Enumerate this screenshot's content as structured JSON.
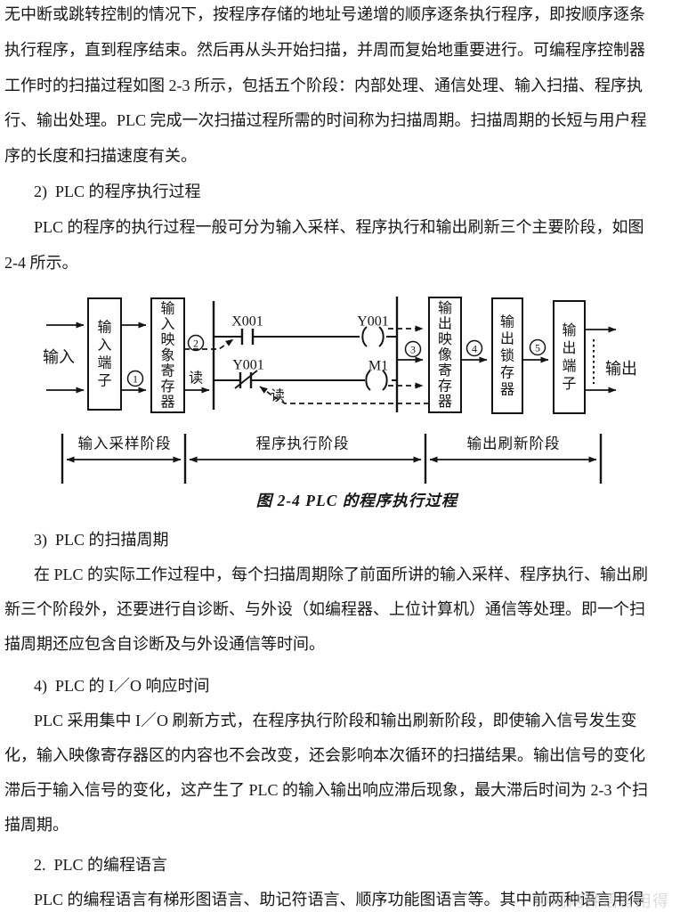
{
  "page": {
    "background": "#ffffff",
    "text_color": "#161616"
  },
  "content": {
    "intro_block": {
      "lines": [
        {
          "text": "无中断或跳转控制的情况下，按程序存储的地址号递增的顺序逐条执行程序，即按顺序逐条",
          "indent": false
        },
        {
          "text": "执行程序，直到程序结束。然后再从头开始扫描，并周而复始地重要进行。可编程序控制器",
          "indent": false
        },
        {
          "text": "工作时的扫描过程如图 2-3 所示，包括五个阶段：内部处理、通信处理、输入扫描、程序执",
          "indent": false
        },
        {
          "text": "行、输出处理。PLC 完成一次扫描过程所需的时间称为扫描周期。扫描周期的长短与用户程",
          "indent": false
        },
        {
          "text": "序的长度和扫描速度有关。",
          "indent": false
        },
        {
          "text": "2)  PLC 的程序执行过程",
          "indent": true
        },
        {
          "text": "PLC 的程序的执行过程一般可分为输入采样、程序执行和输出刷新三个主要阶段，如图",
          "indent": true
        },
        {
          "text": "2-4 所示。",
          "indent": false
        }
      ]
    },
    "scan_cycle_block": {
      "lines": [
        {
          "text": "3)  PLC 的扫描周期",
          "indent": true
        },
        {
          "text": "在 PLC 的实际工作过程中，每个扫描周期除了前面所讲的输入采样、程序执行、输出刷",
          "indent": true
        },
        {
          "text": "新三个阶段外，还要进行自诊断、与外设（如编程器、上位计算机）通信等处理。即一个扫",
          "indent": false
        },
        {
          "text": "描周期还应包含自诊断及与外设通信等时间。",
          "indent": false
        }
      ]
    },
    "io_response_block": {
      "lines": [
        {
          "text": "4)  PLC 的 I／O 响应时间",
          "indent": true
        },
        {
          "text": "PLC 采用集中 I／O 刷新方式，在程序执行阶段和输出刷新阶段，即使输入信号发生变",
          "indent": true
        },
        {
          "text": "化，输入映像寄存器区的内容也不会改变，还会影响本次循环的扫描结果。输出信号的变化",
          "indent": false
        },
        {
          "text": "滞后于输入信号的变化，这产生了 PLC 的输入输出响应滞后现象，最大滞后时间为 2-3 个扫",
          "indent": false
        },
        {
          "text": "描周期。",
          "indent": false
        }
      ]
    },
    "programming_language_block": {
      "lines": [
        {
          "text": "2.  PLC 的编程语言",
          "indent": true
        },
        {
          "text": "PLC 的编程语言有梯形图语言、助记符语言、顺序功能图语言等。其中前两种语言用得",
          "indent": true
        }
      ]
    },
    "watermark_ghost": "中前两种语言用得"
  },
  "figure": {
    "caption": "图 2-4 PLC 的程序执行过程",
    "input_label": "输入",
    "output_label": "输出",
    "read_label_top": "读",
    "read_label_bottom": "读",
    "boxes": [
      "输入端子",
      "输入映象寄存器",
      "输出映像寄存器",
      "输出锁存器",
      "输出端子"
    ],
    "ladder": {
      "contact1": "X001",
      "coil1": "Y001",
      "contact2": "Y001",
      "coil2": "M1"
    },
    "steps": [
      "1",
      "2",
      "3",
      "4",
      "5"
    ],
    "phases": [
      "输入采样阶段",
      "程序执行阶段",
      "输出刷新阶段"
    ]
  }
}
